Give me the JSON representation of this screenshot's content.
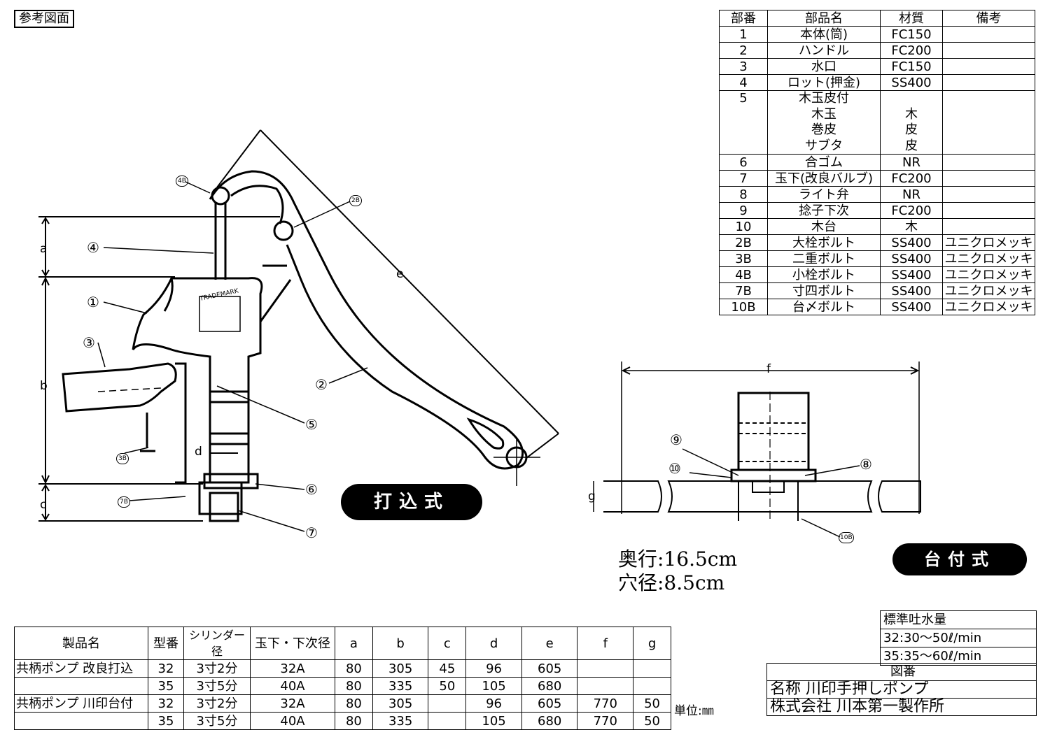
{
  "ref_label": "参考図面",
  "parts_table": {
    "headers": [
      "部番",
      "部品名",
      "材質",
      "備考"
    ],
    "rows": [
      {
        "no": "1",
        "name": "本体(筒)",
        "material": "FC150",
        "note": ""
      },
      {
        "no": "2",
        "name": "ハンドル",
        "material": "FC200",
        "note": ""
      },
      {
        "no": "3",
        "name": "水口",
        "material": "FC150",
        "note": ""
      },
      {
        "no": "4",
        "name": "ロット(押金)",
        "material": "SS400",
        "note": ""
      },
      {
        "no": "6",
        "name": "合ゴム",
        "material": "NR",
        "note": ""
      },
      {
        "no": "7",
        "name": "玉下(改良バルブ)",
        "material": "FC200",
        "note": ""
      },
      {
        "no": "8",
        "name": "ライト弁",
        "material": "NR",
        "note": ""
      },
      {
        "no": "9",
        "name": "捻子下次",
        "material": "FC200",
        "note": ""
      },
      {
        "no": "10",
        "name": "木台",
        "material": "木",
        "note": ""
      },
      {
        "no": "2B",
        "name": "大栓ボルト",
        "material": "SS400",
        "note": "ユニクロメッキ"
      },
      {
        "no": "3B",
        "name": "二重ボルト",
        "material": "SS400",
        "note": "ユニクロメッキ"
      },
      {
        "no": "4B",
        "name": "小栓ボルト",
        "material": "SS400",
        "note": "ユニクロメッキ"
      },
      {
        "no": "7B",
        "name": "寸四ボルト",
        "material": "SS400",
        "note": "ユニクロメッキ"
      },
      {
        "no": "10B",
        "name": "台〆ボルト",
        "material": "SS400",
        "note": "ユニクロメッキ"
      }
    ],
    "row5": {
      "no": "5",
      "names": [
        "木玉皮付",
        "木玉",
        "巻皮",
        "サブタ"
      ],
      "materials": [
        "",
        "木",
        "皮",
        "皮"
      ]
    }
  },
  "spec_table": {
    "headers": [
      "製品名",
      "型番",
      "シリンダー径",
      "玉下・下次径",
      "a",
      "b",
      "c",
      "d",
      "e",
      "f",
      "g"
    ],
    "rows": [
      [
        "共柄ポンプ 改良打込",
        "32",
        "3寸2分",
        "32A",
        "80",
        "305",
        "45",
        "96",
        "605",
        "",
        ""
      ],
      [
        "",
        "35",
        "3寸5分",
        "40A",
        "80",
        "335",
        "50",
        "105",
        "680",
        "",
        ""
      ],
      [
        "共柄ポンプ 川印台付",
        "32",
        "3寸2分",
        "32A",
        "80",
        "305",
        "",
        "96",
        "605",
        "770",
        "50"
      ],
      [
        "",
        "35",
        "3寸5分",
        "40A",
        "80",
        "335",
        "",
        "105",
        "680",
        "770",
        "50"
      ]
    ],
    "unit": "単位:㎜"
  },
  "flow_box": {
    "title": "標準吐水量",
    "line1": "32:30～50ℓ/min",
    "line2": "35:35～60ℓ/min"
  },
  "title_box": {
    "drawing_no_label": "図番",
    "name": "名称 川印手押しポンプ",
    "company": "株式会社 川本第一製作所"
  },
  "badges": {
    "uchikomi": "打込式",
    "daitsuke": "台付式"
  },
  "notes": {
    "depth": "奥行:16.5cm",
    "hole": "穴径:8.5cm"
  },
  "diagram_labels": {
    "dims": [
      "a",
      "b",
      "c",
      "d",
      "e",
      "f",
      "g"
    ],
    "callouts": [
      "①",
      "②",
      "③",
      "④",
      "⑤",
      "⑥",
      "⑦",
      "⑧",
      "⑨",
      "⑩"
    ],
    "bolts": [
      "4B",
      "2B",
      "3B",
      "7B",
      "10B"
    ],
    "trademark": "TRADEMARK"
  }
}
